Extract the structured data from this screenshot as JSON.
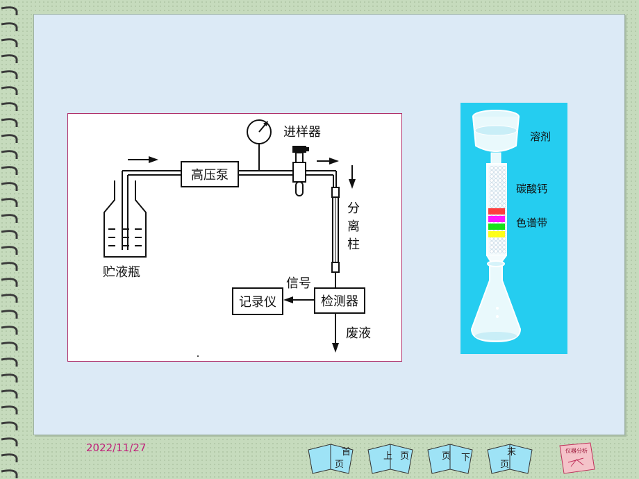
{
  "slide": {
    "date": "2022/11/27"
  },
  "diagram": {
    "pump": "高压泵",
    "injector": "进样器",
    "reservoir": "贮液瓶",
    "column": [
      "分",
      "离",
      "柱"
    ],
    "detector": "检测器",
    "recorder": "记录仪",
    "signal": "信号",
    "waste": "废液"
  },
  "column_figure": {
    "solvent": "溶剂",
    "packing": "碳酸钙",
    "bands": "色谱带",
    "band_colors": [
      "#ff2a2a",
      "#ff00ff",
      "#00e000",
      "#ffff00"
    ]
  },
  "nav": {
    "first": [
      "首",
      "页"
    ],
    "prev": [
      "上",
      "页"
    ],
    "next": [
      "页",
      "下"
    ],
    "last": [
      "末",
      "页"
    ],
    "logo": "仪器分析"
  }
}
